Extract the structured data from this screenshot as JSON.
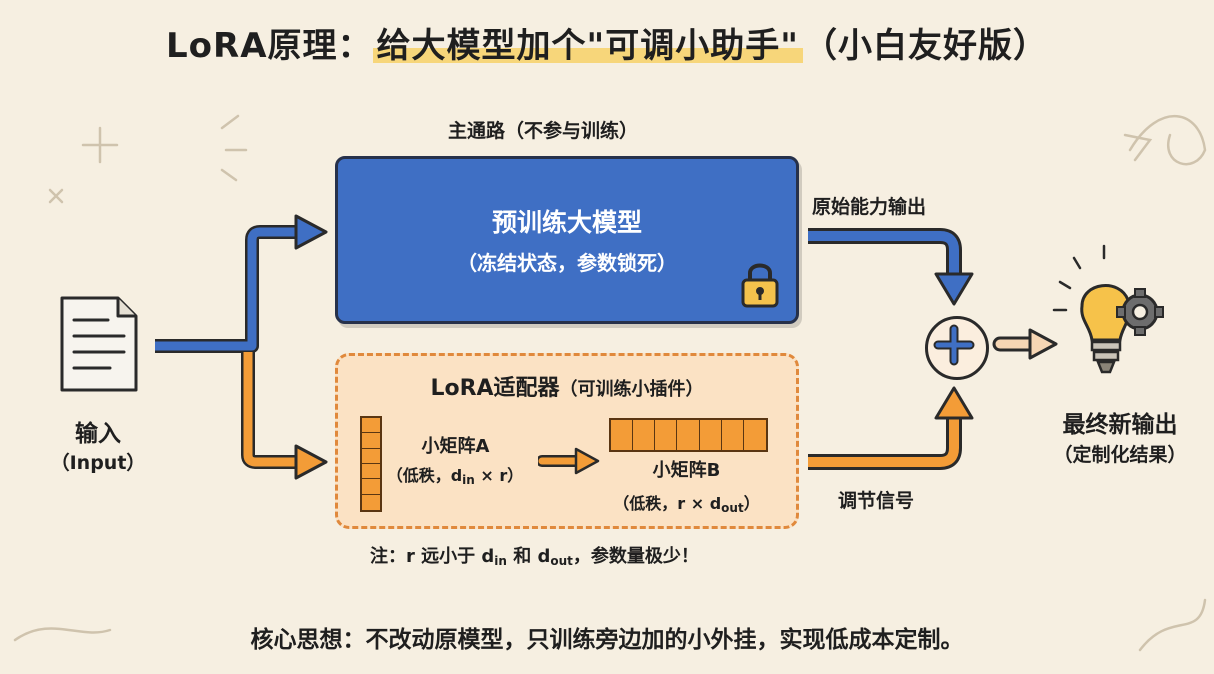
{
  "title": {
    "prefix": "LoRA原理：",
    "highlight": "给大模型加个\"可调小助手\"",
    "suffix": "（小白友好版）"
  },
  "main_path": {
    "caption": "主通路（不参与训练）",
    "box_title": "预训练大模型",
    "box_subtitle": "（冻结状态，参数锁死）",
    "output_caption": "原始能力输出"
  },
  "adapter": {
    "title": "LoRA适配器",
    "title_note": "（可训练小插件）",
    "matrix_a": {
      "name": "小矩阵A",
      "desc_prefix": "（低秩，d",
      "desc_sub": "in",
      "desc_suffix": " × r）",
      "rows": 6
    },
    "matrix_b": {
      "name": "小矩阵B",
      "desc_prefix": "（低秩，r × d",
      "desc_sub": "out",
      "desc_suffix": "）",
      "cols": 7
    },
    "signal_caption": "调节信号"
  },
  "input": {
    "label": "输入",
    "sub": "（Input）"
  },
  "output": {
    "label": "最终新输出",
    "sub": "（定制化结果）"
  },
  "note": {
    "prefix": "注：r 远小于 d",
    "sub_in": "in",
    "middle": " 和 d",
    "sub_out": "out",
    "suffix": "，参数量极少！"
  },
  "core_idea": "核心思想：不改动原模型，只训练旁边加的小外挂，实现低成本定制。",
  "colors": {
    "background": "#f6efe1",
    "frozen_blue": "#3f6fc4",
    "adapter_orange": "#f39c37",
    "adapter_fill": "#fbe2c4",
    "highlight": "#f7d67a"
  },
  "icons": [
    "document-icon",
    "lock-icon",
    "plus-circle-icon",
    "lightbulb-gear-icon"
  ]
}
